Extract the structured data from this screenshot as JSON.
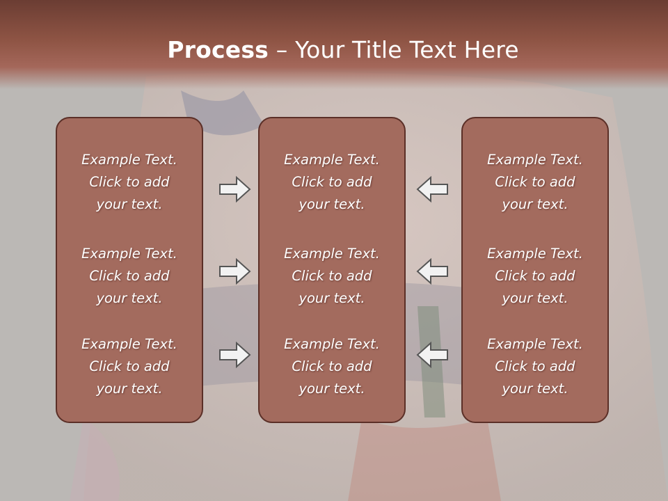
{
  "title": {
    "bold": "Process",
    "rest": " – Your Title Text Here"
  },
  "colors": {
    "title_bar": "#8e5444",
    "panel_fill": "#a36b5e",
    "panel_border": "#5b2f27",
    "arrow_fill": "#f2f2f2",
    "arrow_stroke": "#555555",
    "background": "#b9b6b3"
  },
  "panels": [
    {
      "items": [
        {
          "line1": "Example Text.",
          "line2": "Click  to add",
          "line3": "your text."
        },
        {
          "line1": "Example Text.",
          "line2": "Click  to add",
          "line3": "your text."
        },
        {
          "line1": "Example Text.",
          "line2": "Click  to add",
          "line3": "your text."
        }
      ]
    },
    {
      "items": [
        {
          "line1": "Example Text.",
          "line2": "Click  to add",
          "line3": "your text."
        },
        {
          "line1": "Example Text.",
          "line2": "Click  to add",
          "line3": "your text."
        },
        {
          "line1": "Example Text.",
          "line2": "Click  to add",
          "line3": "your text."
        }
      ]
    },
    {
      "items": [
        {
          "line1": "Example Text.",
          "line2": "Click  to add",
          "line3": "your text."
        },
        {
          "line1": "Example Text.",
          "line2": "Click  to add",
          "line3": "your text."
        },
        {
          "line1": "Example Text.",
          "line2": "Click  to add",
          "line3": "your text."
        }
      ]
    }
  ],
  "arrows": {
    "left_group": [
      "right-arrow-icon",
      "right-arrow-icon",
      "right-arrow-icon"
    ],
    "right_group": [
      "left-arrow-icon",
      "left-arrow-icon",
      "left-arrow-icon"
    ]
  }
}
